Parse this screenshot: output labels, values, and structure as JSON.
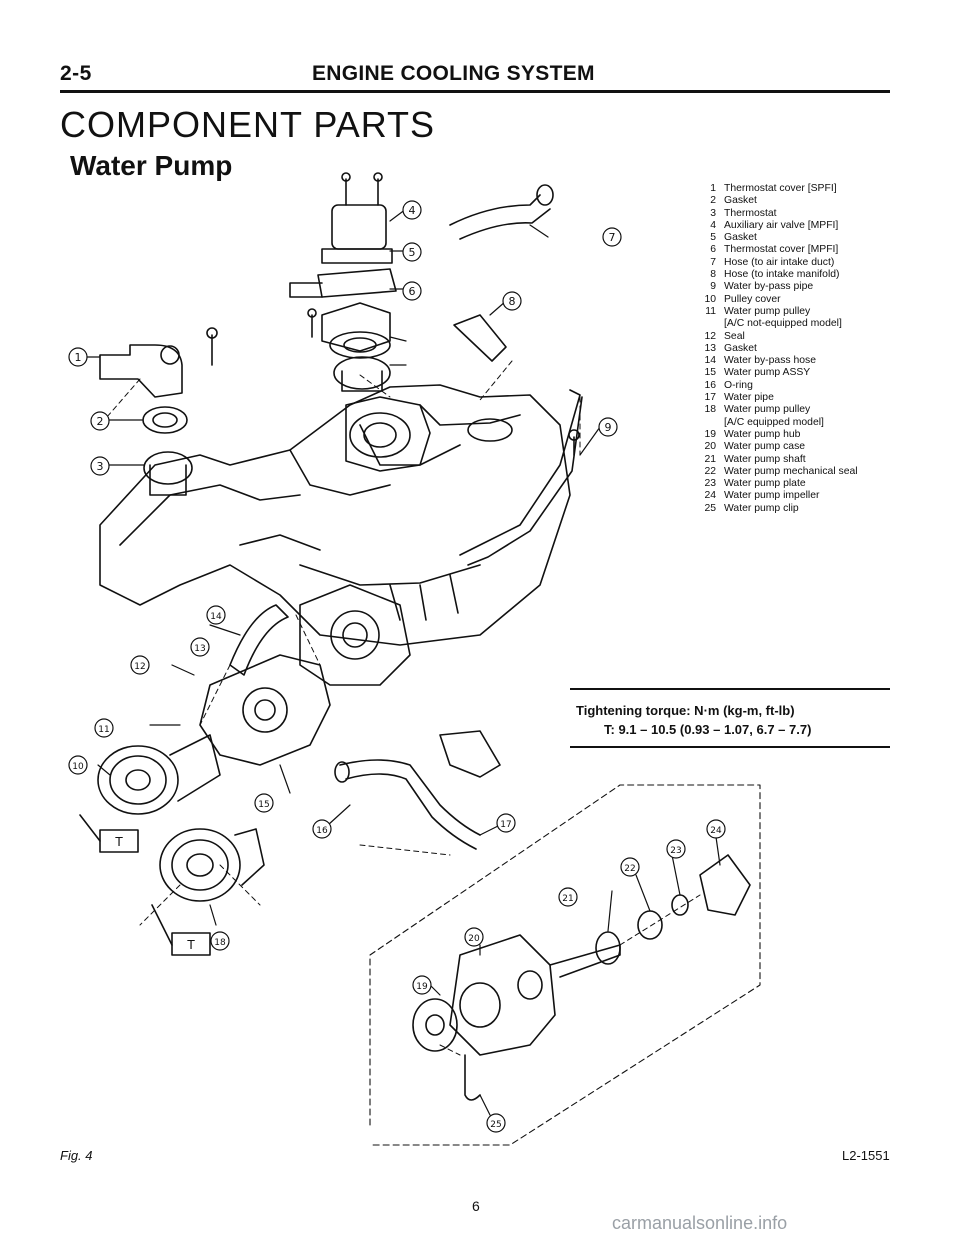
{
  "header": {
    "page_number": "2-5",
    "chapter_title": "ENGINE COOLING SYSTEM"
  },
  "section_title": "COMPONENT PARTS",
  "subsection_title": "Water Pump",
  "parts": [
    {
      "num": "1",
      "name": "Thermostat cover [SPFI]"
    },
    {
      "num": "2",
      "name": "Gasket"
    },
    {
      "num": "3",
      "name": "Thermostat"
    },
    {
      "num": "4",
      "name": "Auxiliary air valve [MPFI]"
    },
    {
      "num": "5",
      "name": "Gasket"
    },
    {
      "num": "6",
      "name": "Thermostat cover [MPFI]"
    },
    {
      "num": "7",
      "name": "Hose (to air intake duct)"
    },
    {
      "num": "8",
      "name": "Hose (to intake manifold)"
    },
    {
      "num": "9",
      "name": "Water by-pass pipe"
    },
    {
      "num": "10",
      "name": "Pulley cover"
    },
    {
      "num": "11",
      "name": "Water pump pulley",
      "note": "[A/C not-equipped model]"
    },
    {
      "num": "12",
      "name": "Seal"
    },
    {
      "num": "13",
      "name": "Gasket"
    },
    {
      "num": "14",
      "name": "Water by-pass hose"
    },
    {
      "num": "15",
      "name": "Water pump ASSY"
    },
    {
      "num": "16",
      "name": "O-ring"
    },
    {
      "num": "17",
      "name": "Water pipe"
    },
    {
      "num": "18",
      "name": "Water pump pulley",
      "note": "[A/C equipped model]"
    },
    {
      "num": "19",
      "name": "Water pump hub"
    },
    {
      "num": "20",
      "name": "Water pump case"
    },
    {
      "num": "21",
      "name": "Water pump shaft"
    },
    {
      "num": "22",
      "name": "Water pump mechanical seal"
    },
    {
      "num": "23",
      "name": "Water pump plate"
    },
    {
      "num": "24",
      "name": "Water pump impeller"
    },
    {
      "num": "25",
      "name": "Water pump clip"
    }
  ],
  "torque": {
    "heading": "Tightening torque: N·m (kg-m, ft-lb)",
    "value": "T: 9.1 – 10.5 (0.93 – 1.07, 6.7 – 7.7)"
  },
  "figure": {
    "callouts": [
      "1",
      "2",
      "3",
      "4",
      "5",
      "6",
      "7",
      "8",
      "9",
      "10",
      "11",
      "12",
      "13",
      "14",
      "15",
      "16",
      "17",
      "18",
      "19",
      "20",
      "21",
      "22",
      "23",
      "24",
      "25"
    ],
    "torque_mark": "T",
    "label": "Fig. 4",
    "code": "L2-1551"
  },
  "footer": {
    "page_number": "6",
    "watermark": "carmanualsonline.info"
  }
}
